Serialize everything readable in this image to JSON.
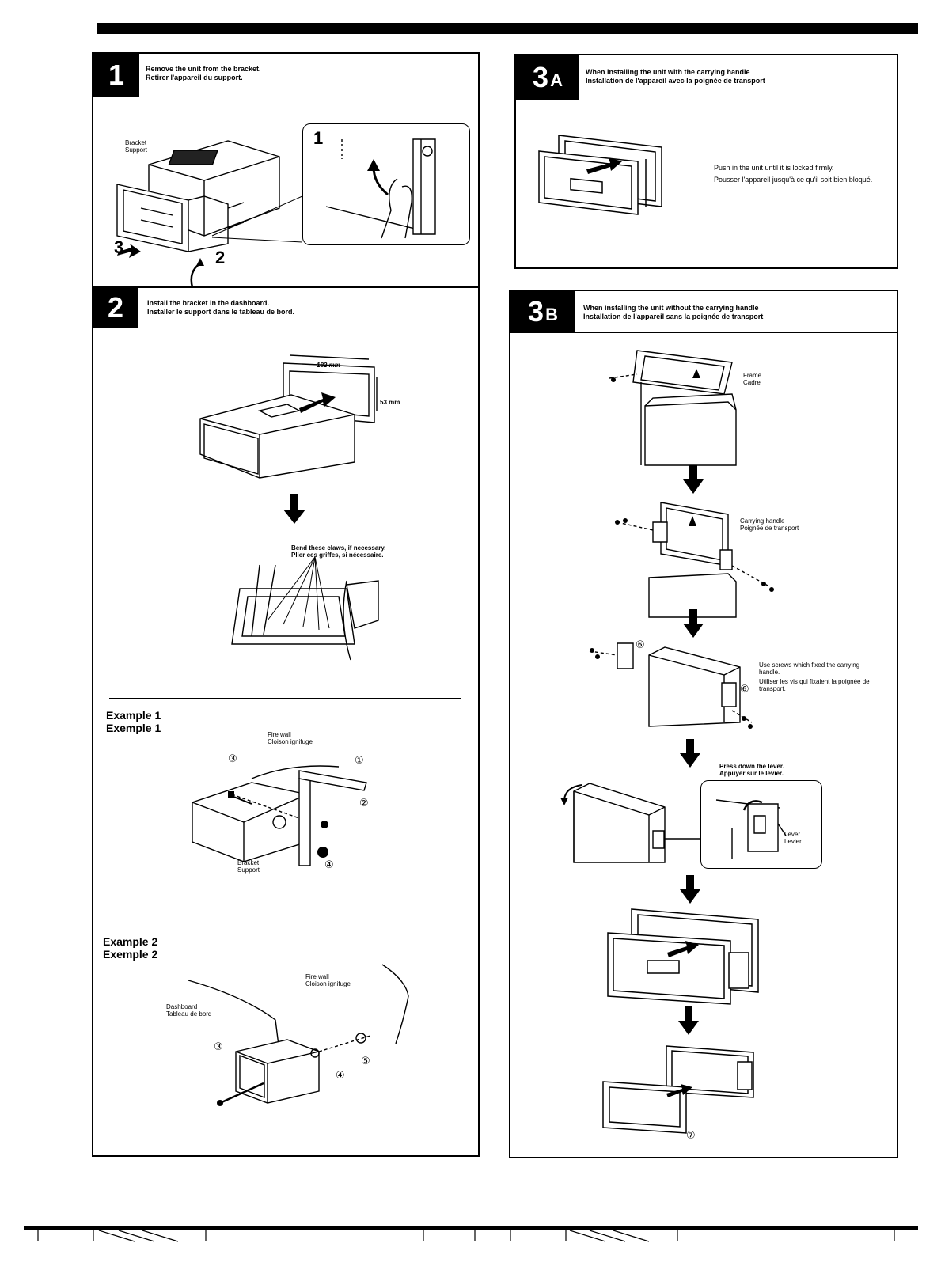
{
  "section1": {
    "number": "1",
    "title_en": "Remove the unit from the bracket.",
    "title_fr": "Retirer l'appareil du support.",
    "bracket_en": "Bracket",
    "bracket_fr": "Support",
    "step1": "1",
    "step2": "2",
    "step3": "3"
  },
  "section2": {
    "number": "2",
    "title_en": "Install the bracket in the dashboard.",
    "title_fr": "Installer le support dans le tableau de bord.",
    "dim_width": "182 mm",
    "dim_height": "53 mm",
    "claws_en": "Bend these claws, if necessary.",
    "claws_fr": "Plier ces griffes, si nécessaire.",
    "example1": {
      "title_en": "Example 1",
      "title_fr": "Exemple 1",
      "firewall_en": "Fire wall",
      "firewall_fr": "Cloison ignifuge",
      "bracket_en": "Bracket",
      "bracket_fr": "Support"
    },
    "example2": {
      "title_en": "Example 2",
      "title_fr": "Exemple 2",
      "firewall_en": "Fire wall",
      "firewall_fr": "Cloison ignifuge",
      "dashboard_en": "Dashboard",
      "dashboard_fr": "Tableau de bord"
    }
  },
  "section3a": {
    "number": "3",
    "letter": "A",
    "title_en": "When installing the unit with the carrying handle",
    "title_fr": "Installation de l'appareil avec la poignée de transport",
    "push_en": "Push in the unit until it is locked firmly.",
    "push_fr": "Pousser l'appareil jusqu'à ce qu'il soit bien bloqué."
  },
  "section3b": {
    "number": "3",
    "letter": "B",
    "title_en": "When installing the unit without the carrying handle",
    "title_fr": "Installation de l'appareil sans la poignée de transport",
    "frame_en": "Frame",
    "frame_fr": "Cadre",
    "handle_en": "Carrying handle",
    "handle_fr": "Poignée de transport",
    "screws_en": "Use screws which fixed the carrying handle.",
    "screws_fr": "Utiliser les vis qui fixaient la poignée de transport.",
    "lever_instr_en": "Press down the lever.",
    "lever_instr_fr": "Appuyer sur le levier.",
    "lever_en": "Lever",
    "lever_fr": "Levier"
  },
  "markers": {
    "c1": "①",
    "c2": "②",
    "c3": "③",
    "c4": "④",
    "c5": "⑤",
    "c6": "⑥",
    "c7": "⑦"
  },
  "icons": [
    "down-arrow-icon",
    "push-arrow-icon",
    "curved-arrow-icon",
    "screw-icon"
  ]
}
